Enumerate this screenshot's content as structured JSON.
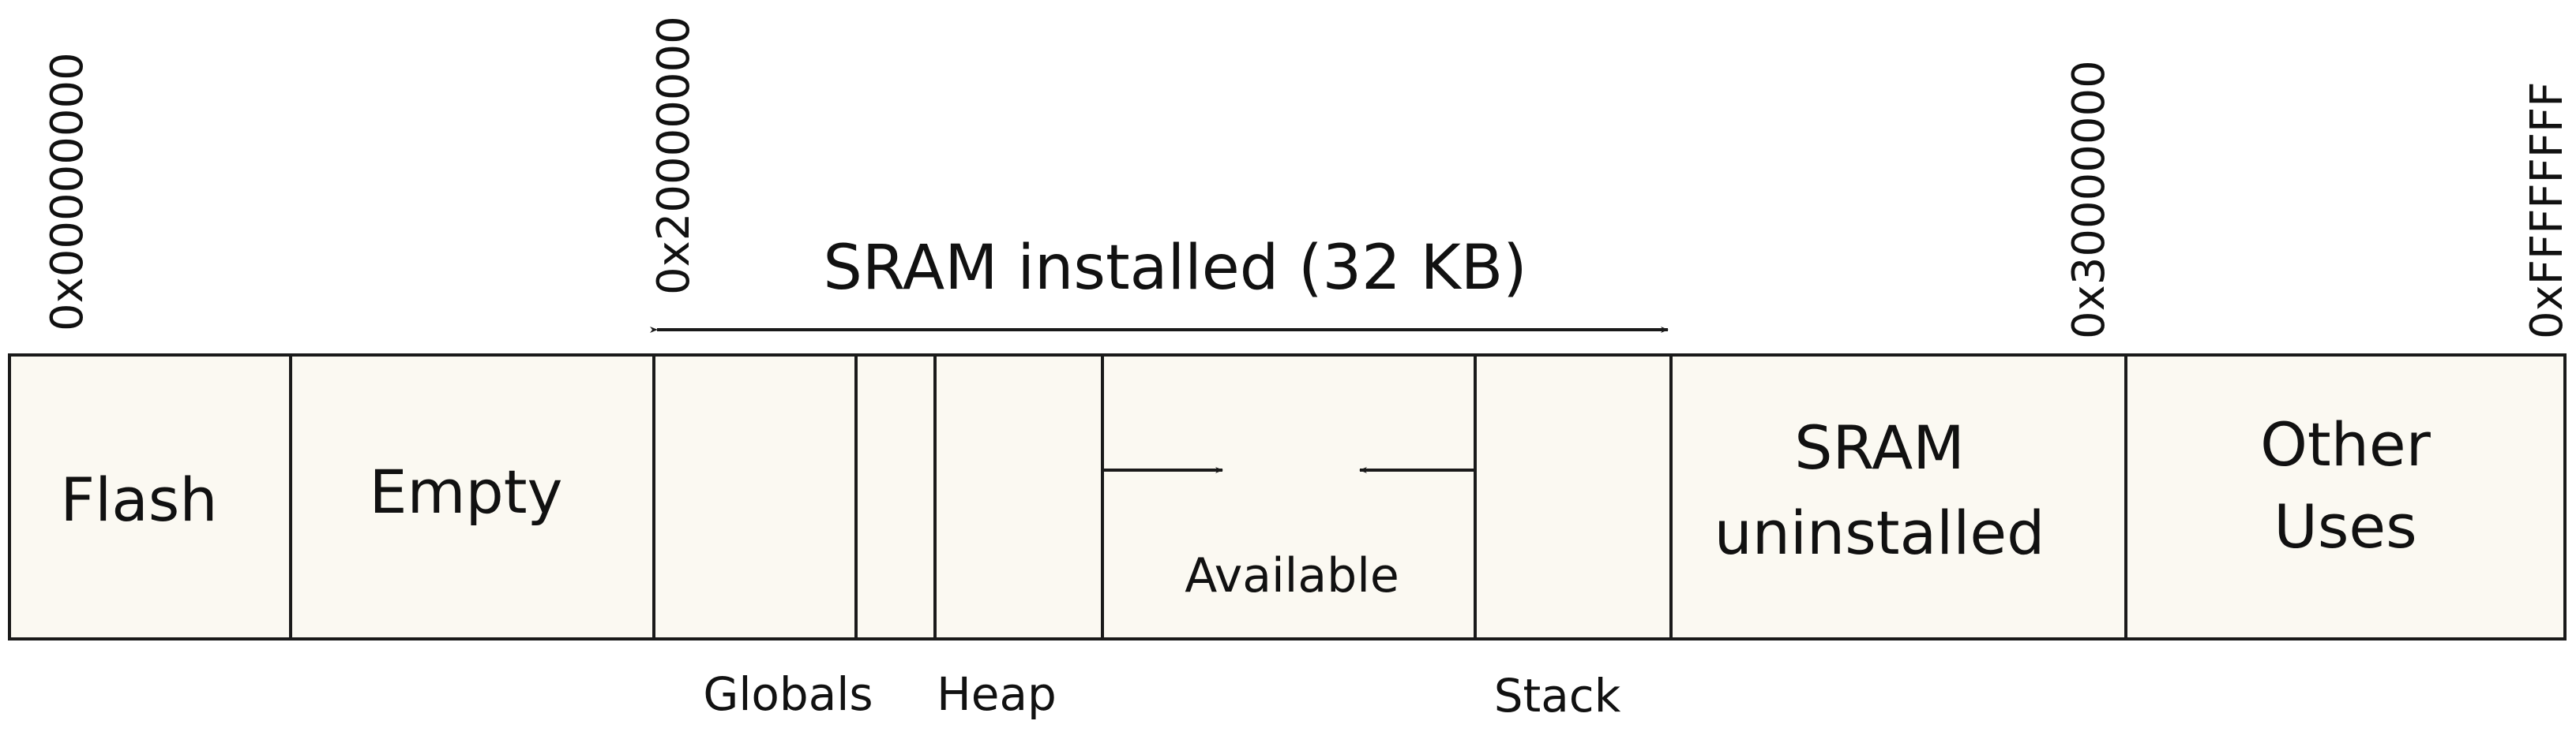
{
  "diagram": {
    "colors": {
      "cell_fill": "#fbf9f2",
      "stroke": "#1a1a1a"
    },
    "addresses": [
      "0x00000000",
      "0x20000000",
      "0x30000000",
      "0xFFFFFFFF"
    ],
    "span_label": "SRAM installed (32 KB)",
    "regions": {
      "flash": "Flash",
      "empty": "Empty",
      "available": "Available",
      "sram_uninstalled": [
        "SRAM",
        "uninstalled"
      ],
      "other_uses": [
        "Other",
        "Uses"
      ]
    },
    "below_labels": {
      "globals": "Globals",
      "heap": "Heap",
      "stack": "Stack"
    }
  }
}
